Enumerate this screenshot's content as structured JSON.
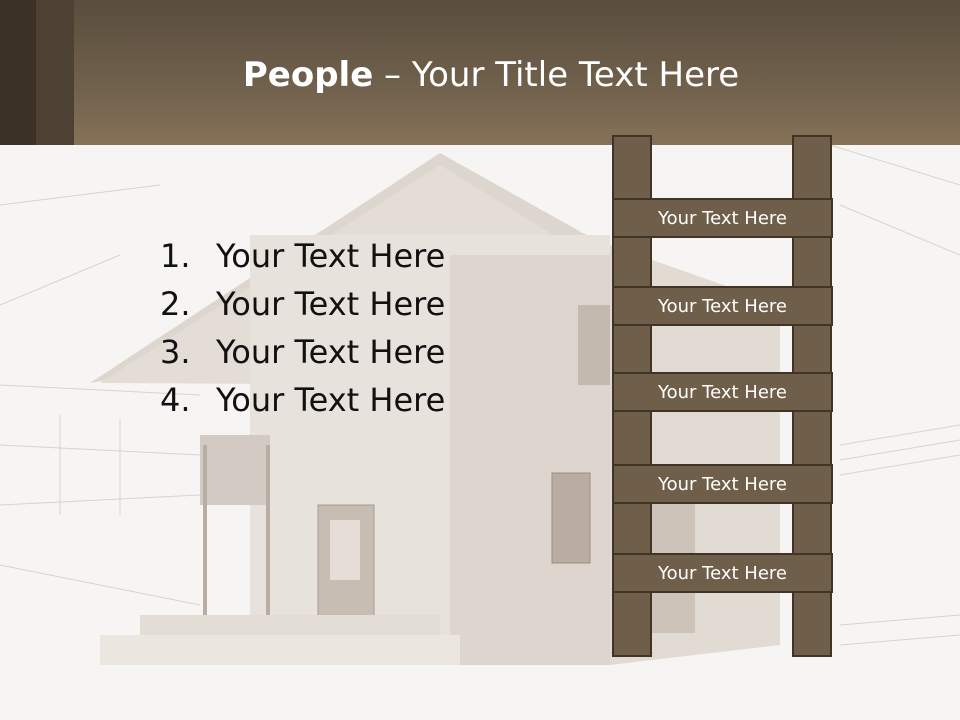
{
  "slide": {
    "title_bold": "People",
    "title_rest": " – Your Title Text Here",
    "list_items": [
      {
        "number": "1.",
        "text": "Your Text Here"
      },
      {
        "number": "2.",
        "text": "Your Text Here"
      },
      {
        "number": "3.",
        "text": "Your Text Here"
      },
      {
        "number": "4.",
        "text": "Your Text Here"
      }
    ],
    "ladder_rungs": [
      "Your Text Here",
      "Your Text Here",
      "Your Text Here",
      "Your Text Here",
      "Your Text Here"
    ]
  },
  "colors": {
    "header": "#6e5f4b",
    "ladder_wood": "#6f5e49",
    "ladder_outline": "#3f3426",
    "background": "#f7f5f3"
  }
}
